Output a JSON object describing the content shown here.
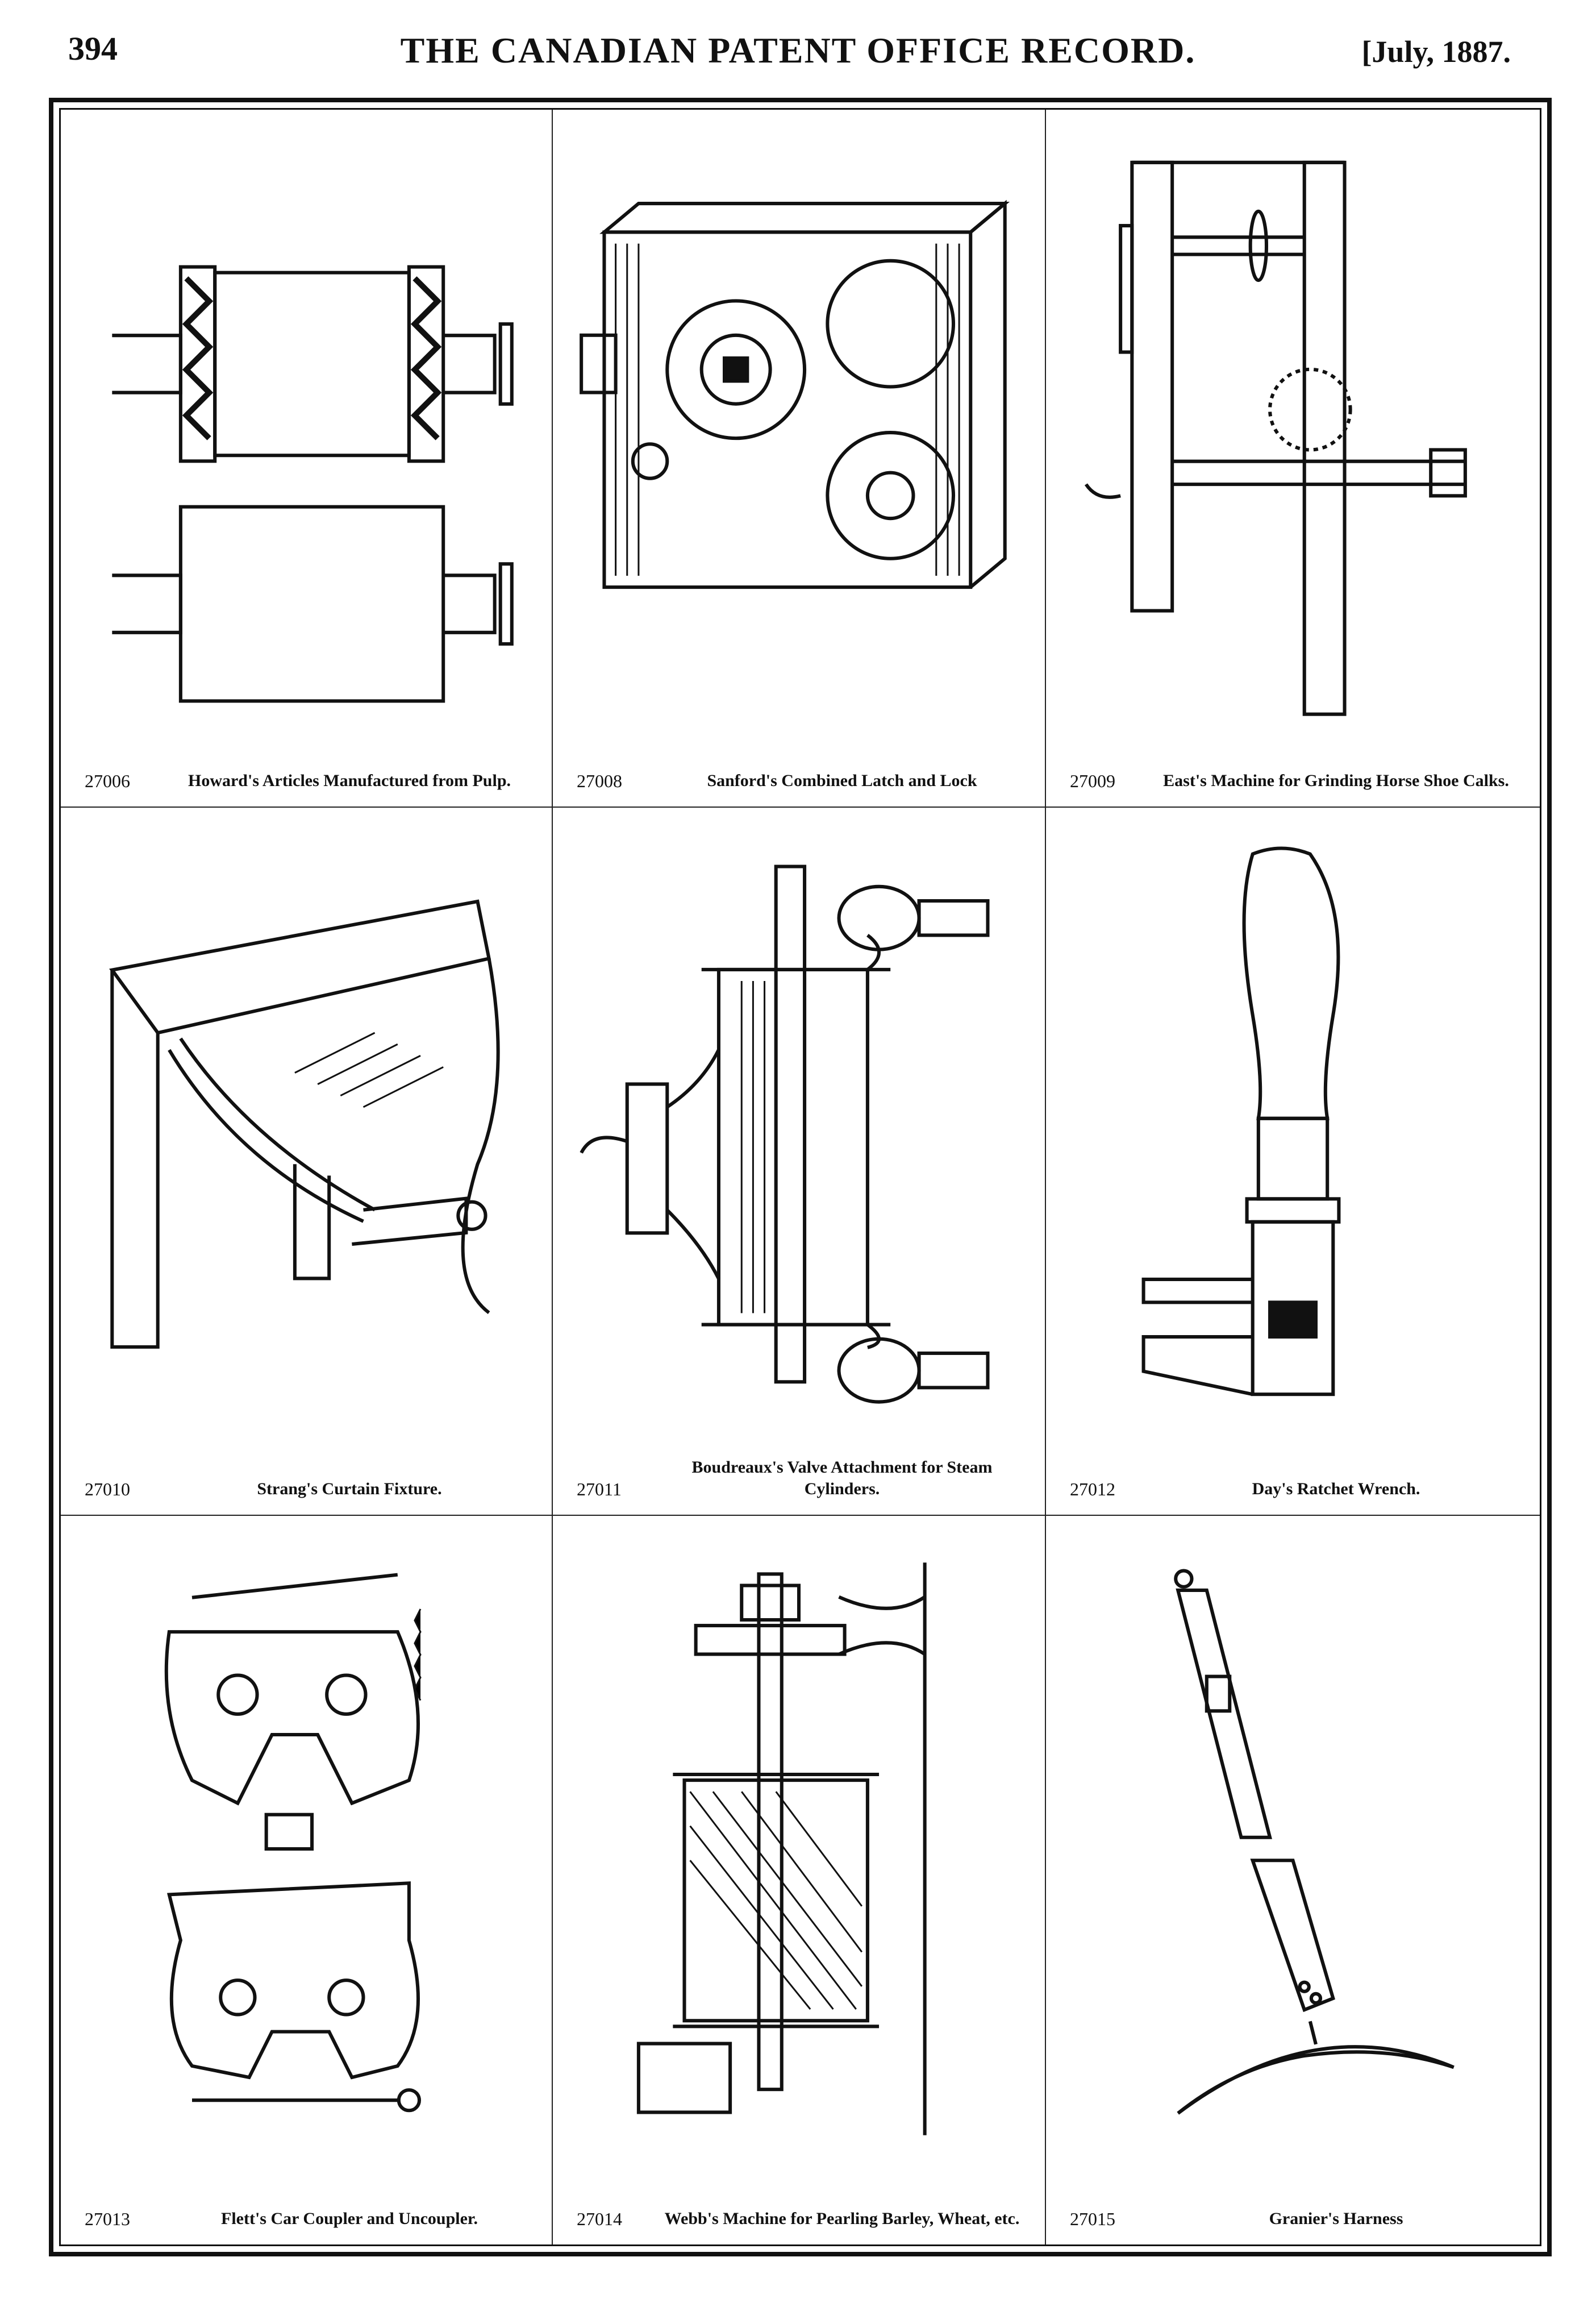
{
  "header": {
    "page_number": "394",
    "title": "THE CANADIAN PATENT OFFICE RECORD.",
    "date": "[July, 1887."
  },
  "patents": [
    {
      "number": "27006",
      "title": "Howard's Articles Manufactured from Pulp."
    },
    {
      "number": "27008",
      "title": "Sanford's Combined Latch and Lock"
    },
    {
      "number": "27009",
      "title": "East's Machine for Grinding Horse Shoe Calks."
    },
    {
      "number": "27010",
      "title": "Strang's Curtain Fixture."
    },
    {
      "number": "27011",
      "title": "Boudreaux's Valve Attachment for Steam Cylinders."
    },
    {
      "number": "27012",
      "title": "Day's Ratchet Wrench."
    },
    {
      "number": "27013",
      "title": "Flett's Car Coupler and Uncoupler."
    },
    {
      "number": "27014",
      "title": "Webb's Machine for Pearling Barley, Wheat, etc."
    },
    {
      "number": "27015",
      "title": "Granier's Harness"
    }
  ]
}
